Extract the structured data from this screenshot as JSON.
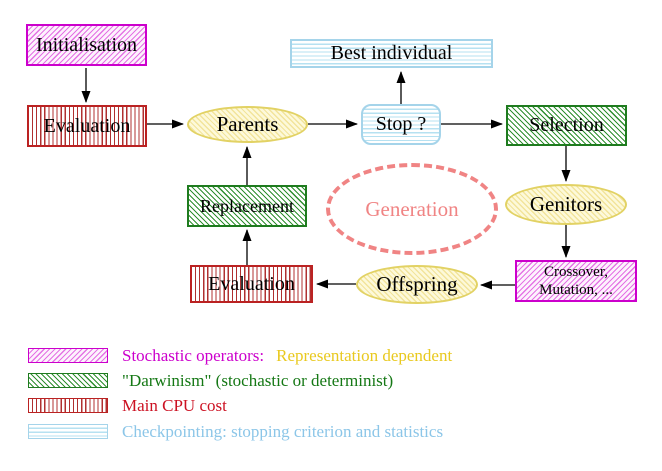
{
  "nodes": {
    "initialisation": "Initialisation",
    "evaluation_top": "Evaluation",
    "parents": "Parents",
    "best_individual": "Best individual",
    "stop": "Stop ?",
    "selection": "Selection",
    "replacement": "Replacement",
    "generation": "Generation",
    "genitors": "Genitors",
    "evaluation_bottom": "Evaluation",
    "offspring": "Offspring",
    "crossover_line1": "Crossover,",
    "crossover_line2": "Mutation, ..."
  },
  "legend": {
    "rows": [
      {
        "swatch": "magenta-diagonal-hatch",
        "label": "Stochastic operators:",
        "label2": "Representation dependent",
        "label_color": "#cc00cc",
        "label2_color": "#e9c91f"
      },
      {
        "swatch": "green-diagonal-hatch",
        "label": "\"Darwinism\" (stochastic or determinist)",
        "label2": "",
        "label_color": "#157815",
        "label2_color": ""
      },
      {
        "swatch": "red-vertical-stripes",
        "label": "Main CPU cost",
        "label2": "",
        "label_color": "#cc1122",
        "label2_color": ""
      },
      {
        "swatch": "cyan-horizontal-stripes",
        "label": "Checkpointing: stopping criterion and statistics",
        "label2": "",
        "label_color": "#8cc6e8",
        "label2_color": ""
      }
    ]
  },
  "colors": {
    "magenta": "#cc00cc",
    "green": "#1e7b1e",
    "red": "#bb2222",
    "cyan": "#a5d4ea",
    "yellow": "#e2d264",
    "salmon": "#f08484",
    "arrow": "#000000"
  }
}
